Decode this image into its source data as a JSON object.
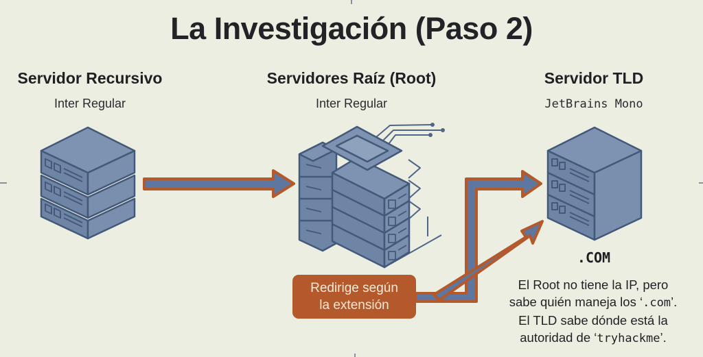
{
  "title": "La Investigación (Paso 2)",
  "nodes": [
    {
      "id": "recursive",
      "title": "Servidor Recursivo",
      "subtitle": "Inter Regular",
      "icon": "server-stack-icon"
    },
    {
      "id": "root",
      "title": "Servidores Raíz (Root)",
      "subtitle": "Inter Regular",
      "icon": "server-cluster-icon"
    },
    {
      "id": "tld",
      "title": "Servidor TLD",
      "subtitle": "JetBrains Mono",
      "icon": "server-tower-icon",
      "label": ".COM"
    }
  ],
  "edges": [
    {
      "from": "recursive",
      "to": "root",
      "style": "straight-arrow"
    },
    {
      "from": "root",
      "to": "tld",
      "style": "elbow-arrow",
      "via": "badge"
    },
    {
      "from": "root",
      "to": "tld",
      "style": "diagonal-arrow",
      "via": "badge"
    }
  ],
  "badge": {
    "line1": "Redirige según",
    "line2": "la extensión"
  },
  "note": {
    "line1": "El Root no tiene la IP, pero",
    "line2_prefix": "sabe quién maneja los ‘",
    "line2_code": ".com",
    "line2_suffix": "’.",
    "line3": "El TLD sabe dónde está la",
    "line4_prefix": "autoridad de ‘",
    "line4_code": "tryhackme",
    "line4_suffix": "’."
  },
  "colors": {
    "background": "#eceee2",
    "server_fill": "#6c82a3",
    "server_stroke": "#43597a",
    "arrow_fill": "#5d77a0",
    "arrow_outline": "#b4592b",
    "badge": "#b4592b",
    "text": "#1f2023"
  }
}
